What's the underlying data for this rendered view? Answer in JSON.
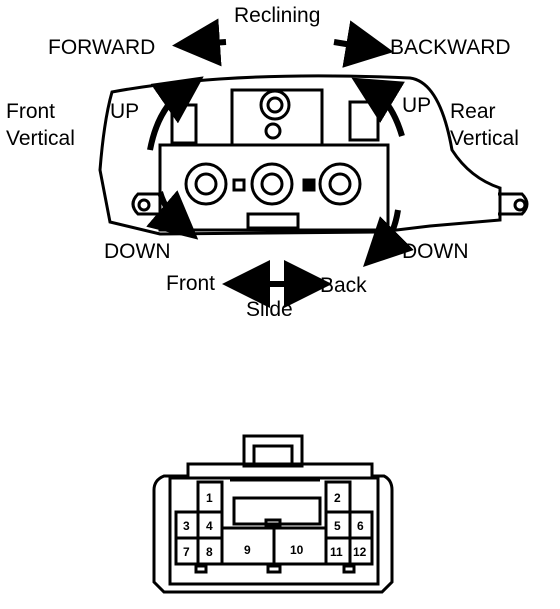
{
  "switch_diagram": {
    "reclining": "Reclining",
    "forward": "FORWARD",
    "backward": "BACKWARD",
    "up_left": "UP",
    "up_right": "UP",
    "front_vertical_line1": "Front",
    "front_vertical_line2": "Vertical",
    "rear_vertical_line1": "Rear",
    "rear_vertical_line2": "Vertical",
    "down_left": "DOWN",
    "down_right": "DOWN",
    "front": "Front",
    "back": "Back",
    "slide": "Slide"
  },
  "connector": {
    "pins": [
      "1",
      "2",
      "3",
      "4",
      "5",
      "6",
      "7",
      "8",
      "9",
      "10",
      "11",
      "12"
    ]
  },
  "colors": {
    "ink": "#000000",
    "paper": "#ffffff"
  }
}
